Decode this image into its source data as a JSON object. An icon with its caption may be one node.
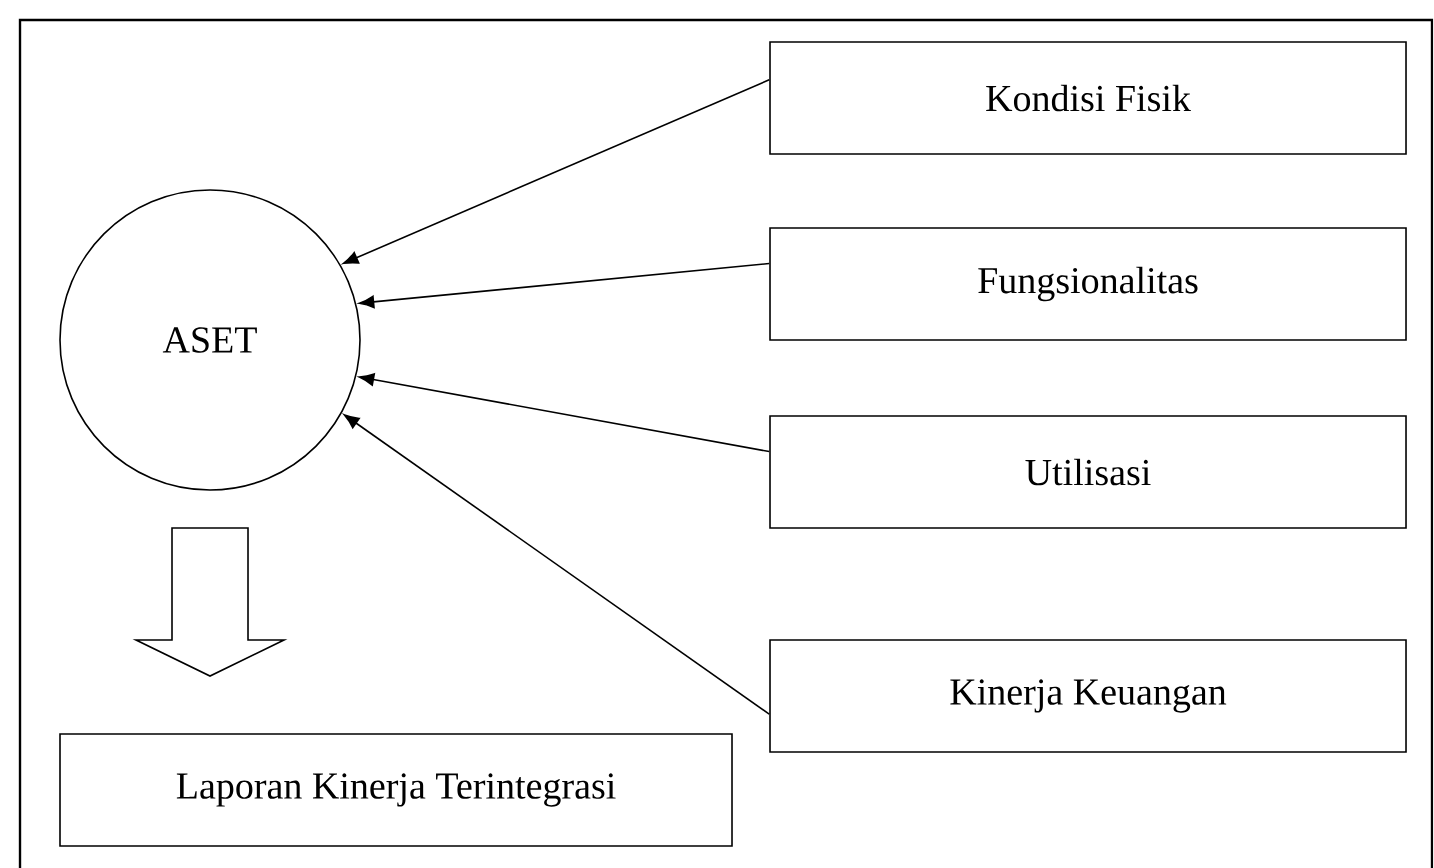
{
  "diagram": {
    "nodes": [
      {
        "text": [
          "ASET"
        ]
      },
      {
        "text": [
          "Kondisi Fisik"
        ]
      },
      {
        "text": [
          "Fungsionalitas"
        ]
      },
      {
        "text": [
          "Utilisasi"
        ]
      },
      {
        "text": [
          "Kinerja Keuangan"
        ]
      },
      {
        "text": [
          "Laporan Kinerja Terintegrasi"
        ]
      }
    ],
    "edges": [
      {
        "from": 1,
        "to": 0,
        "arrow": "to"
      },
      {
        "from": 2,
        "to": 0,
        "arrow": "to"
      },
      {
        "from": 3,
        "to": 0,
        "arrow": "to"
      },
      {
        "from": 4,
        "to": 0,
        "arrow": "to"
      },
      {
        "from": 0,
        "to": 5,
        "arrow": "to",
        "style": "thick"
      }
    ]
  }
}
